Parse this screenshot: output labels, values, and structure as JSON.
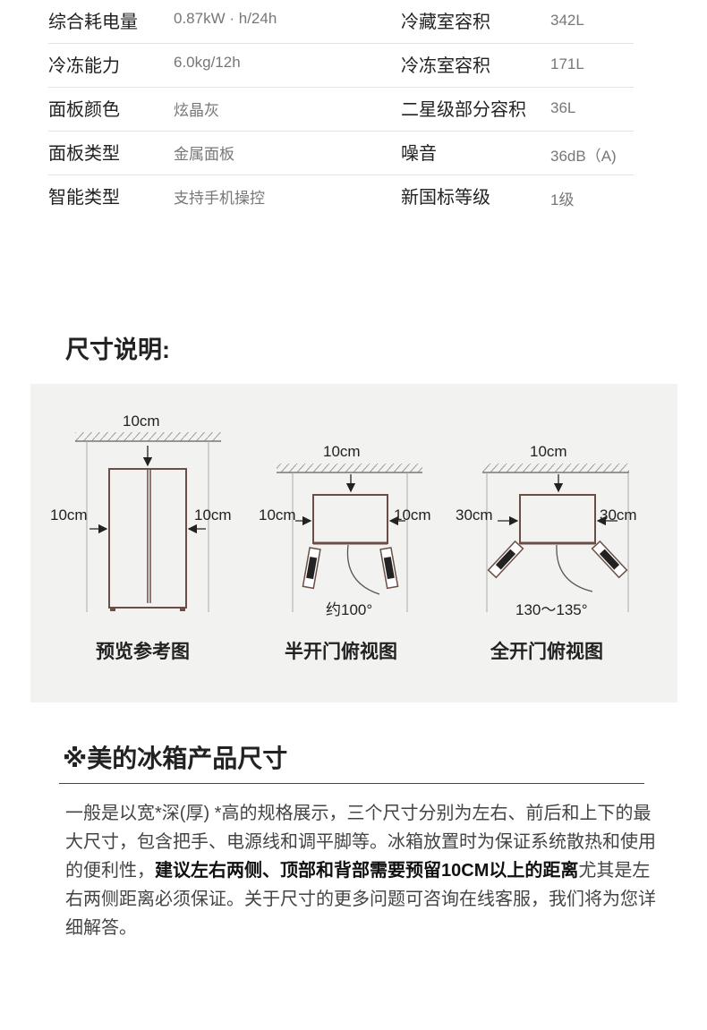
{
  "specs": [
    {
      "k1": "综合耗电量",
      "v1": "0.87kW · h/24h",
      "k2": "冷藏室容积",
      "v2": "342L"
    },
    {
      "k1": "冷冻能力",
      "v1": "6.0kg/12h",
      "k2": "冷冻室容积",
      "v2": "171L"
    },
    {
      "k1": "面板颜色",
      "v1": "炫晶灰",
      "k2": "二星级部分容积",
      "v2": "36L"
    },
    {
      "k1": "面板类型",
      "v1": "金属面板",
      "k2": "噪音",
      "v2": "36dB（A)"
    },
    {
      "k1": "智能类型",
      "v1": "支持手机操控",
      "k2": "新国标等级",
      "v2": "1级"
    }
  ],
  "dimensions": {
    "title": "尺寸说明:",
    "preview": {
      "top": "10cm",
      "left": "10cm",
      "right": "10cm",
      "caption": "预览参考图"
    },
    "half": {
      "top": "10cm",
      "left": "10cm",
      "right": "10cm",
      "angle": "约100°",
      "caption": "半开门俯视图"
    },
    "full": {
      "top": "10cm",
      "left": "30cm",
      "right": "30cm",
      "angle": "130～135°",
      "caption": "全开门俯视图"
    }
  },
  "notice": {
    "title": "※美的冰箱产品尺寸",
    "text_1": "一般是以宽*深(厚) *高的规格展示，三个尺寸分别为左右、前后和上下的最大尺寸，包含把手、电源线和调平脚等。冰箱放置时为保证系统散热和使用的便利性，",
    "text_bold": "建议左右两侧、顶部和背部需要预留10CM以上的距离",
    "text_2": "尤其是左右两侧距离必须保证。关于尺寸的更多问题可咨询在线客服，我们将为您详细解答。"
  }
}
